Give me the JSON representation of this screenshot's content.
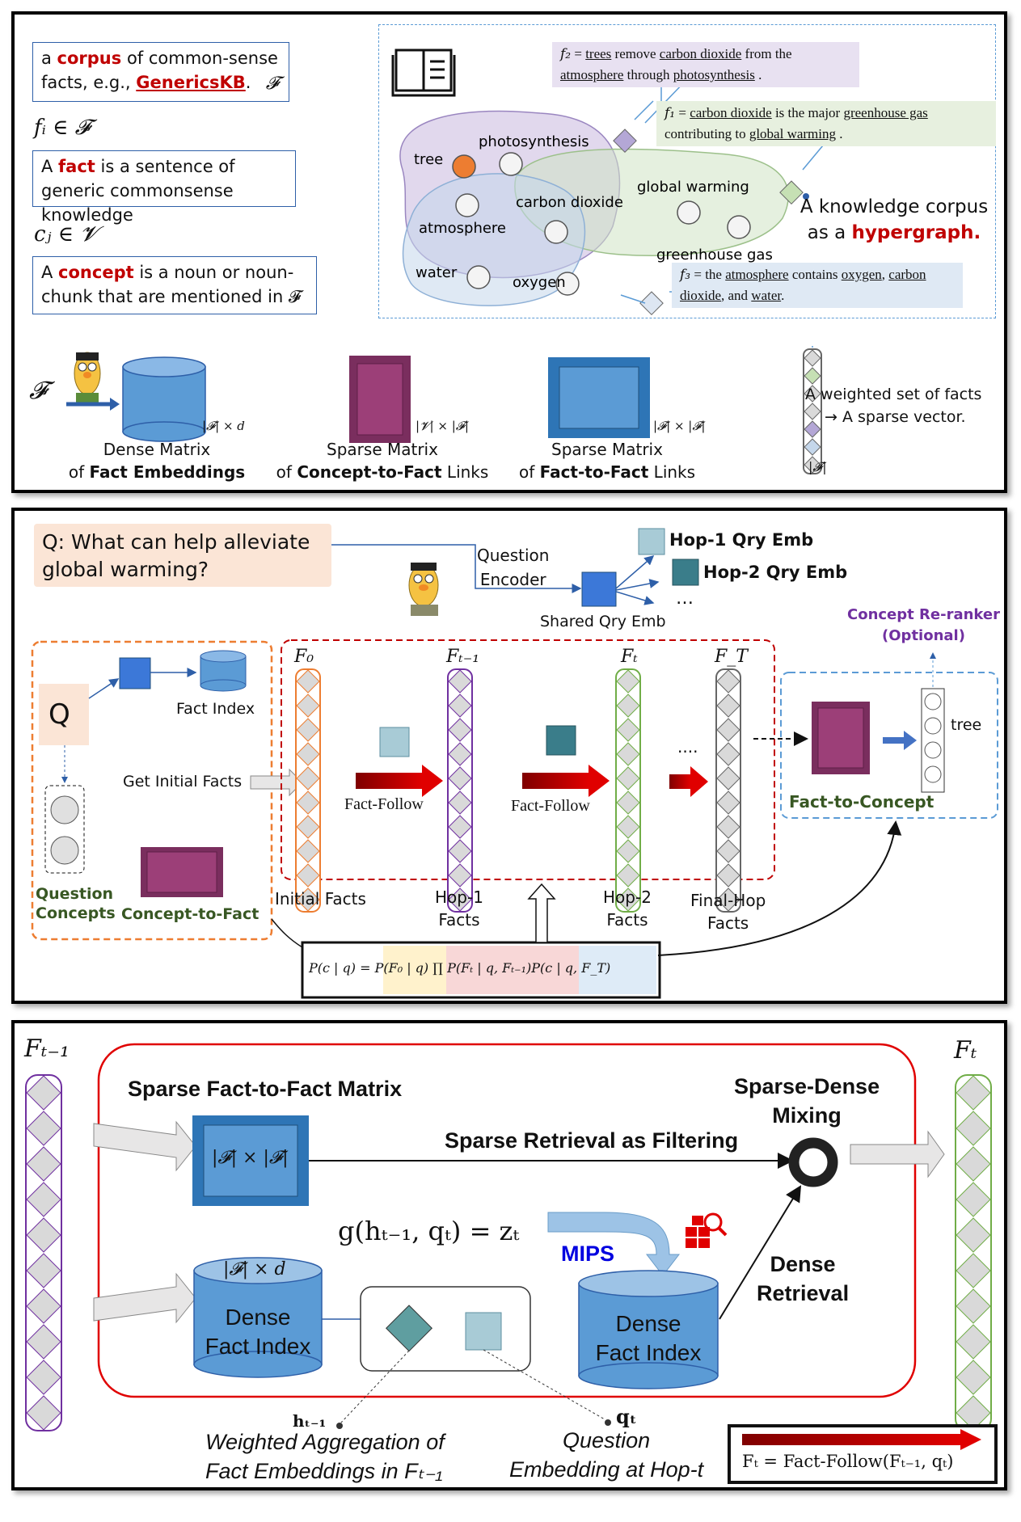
{
  "panel1": {
    "corpus_def": {
      "pre": "a ",
      "keyword": "corpus",
      "mid": " of common-sense facts, e.g., ",
      "link": "GenericsKB",
      "post": ".",
      "symbol": "𝓕"
    },
    "fi_math": "fᵢ ∈ 𝓕",
    "fact_def": {
      "pre": "A ",
      "keyword": "fact",
      "post": " is a sentence of generic commonsense knowledge"
    },
    "cj_math": "cⱼ ∈ 𝓥",
    "concept_def": {
      "pre": "A ",
      "keyword": "concept",
      "post": " is a noun or noun-chunk that are mentioned in 𝓕"
    },
    "hypergraph": {
      "concepts": [
        "tree",
        "photosynthesis",
        "atmosphere",
        "carbon dioxide",
        "global warming",
        "greenhouse gas",
        "water",
        "oxygen"
      ],
      "f2": {
        "label": "f₂",
        "parts": [
          " = ",
          "trees",
          " remove ",
          "carbon dioxide",
          " from the ",
          "atmosphere",
          " through ",
          "photosynthesis",
          " ."
        ]
      },
      "f1": {
        "label": "f₁",
        "parts": [
          " = ",
          "carbon dioxide",
          " is the major ",
          "greenhouse gas",
          " contributing to ",
          "global warming",
          " ."
        ]
      },
      "f3": {
        "label": "f₃",
        "parts": [
          " = the ",
          "atmosphere",
          " contains ",
          "oxygen",
          ", ",
          "carbon dioxide",
          ", and ",
          "water",
          "."
        ]
      },
      "caption_pre": "A knowledge corpus as a ",
      "caption_key": "hypergraph."
    },
    "input_symbol": "𝓕",
    "matrices": [
      {
        "dim": "|𝓕| × d",
        "line1": "Dense Matrix",
        "line2_pre": "of ",
        "line2_bold": "Fact Embeddings",
        "line2_post": ""
      },
      {
        "dim": "|𝓥| × |𝓕|",
        "line1": "Sparse Matrix",
        "line2_pre": "of ",
        "line2_bold": "Concept-to-Fact",
        "line2_post": " Links"
      },
      {
        "dim": "|𝓕| × |𝓕|",
        "line1": "Sparse Matrix",
        "line2_pre": "of ",
        "line2_bold": "Fact-to-Fact",
        "line2_post": " Links"
      }
    ],
    "vector_caption": [
      "A weighted set of facts",
      "→ A sparse vector."
    ],
    "vector_dim": "|𝓕|"
  },
  "panel2": {
    "question": "Q: What can help alleviate global warming?",
    "question_encoder": [
      "Question",
      "Encoder"
    ],
    "shared_qry_emb": "Shared Qry Emb",
    "hop1_qry_emb": "Hop-1 Qry Emb",
    "hop2_qry_emb": "Hop-2 Qry Emb",
    "ellipsis": "…",
    "q_letter": "Q",
    "fact_index": "Fact Index",
    "get_initial_facts": "Get Initial Facts",
    "question_concepts": [
      "Question",
      "Concepts"
    ],
    "concept_to_fact": "Concept-to-Fact",
    "f_labels": [
      "F₀",
      "Fₜ₋₁",
      "Fₜ",
      "F_T"
    ],
    "fact_follow": "Fact-Follow",
    "dots": "....",
    "col_captions": [
      [
        "Initial Facts"
      ],
      [
        "Hop-1",
        "Facts"
      ],
      [
        "Hop-2",
        "Facts"
      ],
      [
        "Final-Hop",
        "Facts"
      ]
    ],
    "concept_reranker": [
      "Concept Re-ranker",
      "(Optional)"
    ],
    "tree_label": "tree",
    "fact_to_concept": "Fact-to-Concept",
    "formula": {
      "lhs": "P(c | q) = ",
      "init": "P(F₀ | q)",
      "prod": "∏ P(Fₜ | q, Fₜ₋₁)",
      "final": "P(c | q, F_T)"
    }
  },
  "panel3": {
    "f_prev": "Fₜ₋₁",
    "f_t": "Fₜ",
    "sparse_title": "Sparse Fact-to-Fact Matrix",
    "sparse_dim": "|𝓕| × |𝓕|",
    "sparse_retrieval": "Sparse Retrieval as Filtering",
    "mixing": [
      "Sparse-Dense",
      "Mixing"
    ],
    "g_formula": "g(hₜ₋₁, qₜ) = zₜ",
    "mips": "MIPS",
    "dense_dim": "|𝓕| × d",
    "dense_index_left": [
      "Dense",
      "Fact Index"
    ],
    "dense_index_right": [
      "Dense",
      "Fact Index"
    ],
    "dense_retrieval": [
      "Dense",
      "Retrieval"
    ],
    "h_label": "hₜ₋₁",
    "q_label": "qₜ",
    "weighted_agg": [
      "Weighted Aggregation of",
      "Fact Embeddings in Fₜ₋₁"
    ],
    "question_emb": [
      "Question",
      "Embedding at Hop-t"
    ],
    "legend_formula": "Fₜ = Fact-Follow(Fₜ₋₁, qₜ)"
  },
  "colors": {
    "accent_red": "#c00000",
    "box_blue": "#2e5fa8",
    "matrix_purple": "#9c3f78",
    "cylinder_blue": "#5b9bd5",
    "concept_green": "#385723",
    "reranker_purple": "#7030a0"
  }
}
